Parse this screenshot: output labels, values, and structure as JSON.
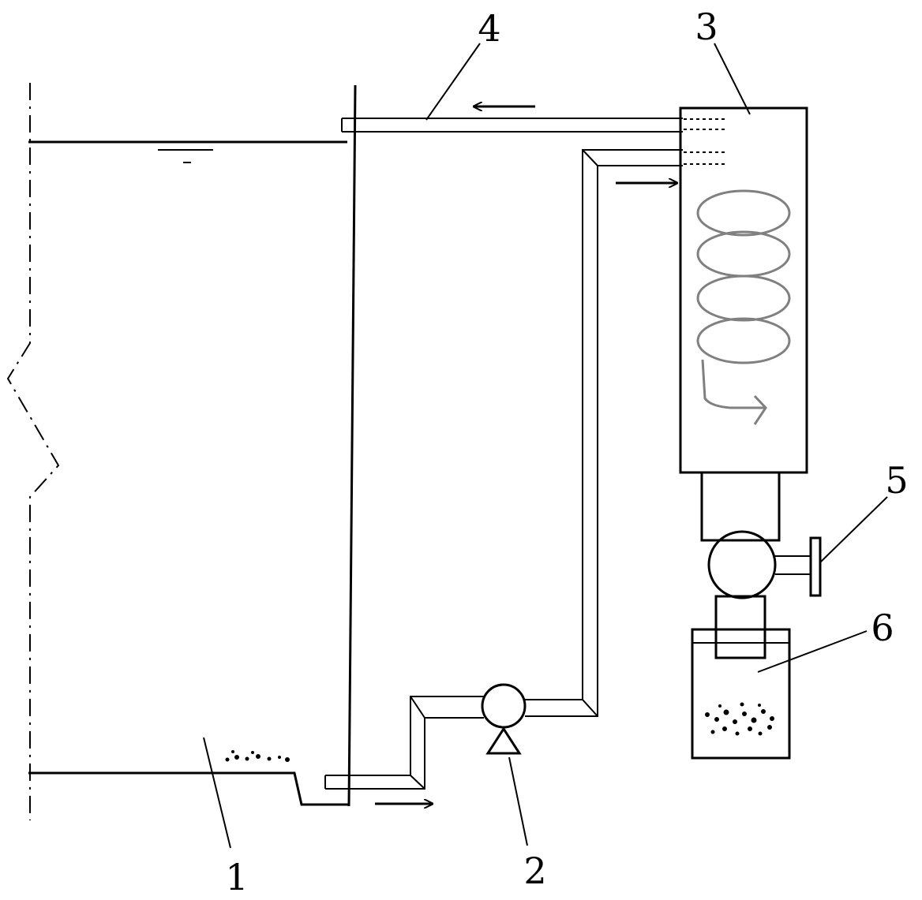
{
  "labels": {
    "tank": "1",
    "pump": "2",
    "separator": "3",
    "return_pipe": "4",
    "valve": "5",
    "collector": "6"
  },
  "colors": {
    "line": "#000000",
    "background": "#ffffff",
    "swirl": "#808080"
  }
}
